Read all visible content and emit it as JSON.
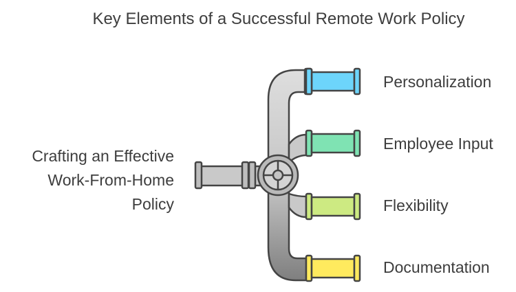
{
  "title": "Key Elements of a Successful Remote Work Policy",
  "source": {
    "lines": [
      "Crafting an Effective",
      "Work-From-Home",
      "Policy"
    ]
  },
  "outputs": [
    {
      "label": "Personalization",
      "color": "#6dd5fb"
    },
    {
      "label": "Employee Input",
      "color": "#7fe3b3"
    },
    {
      "label": "Flexibility",
      "color": "#cdea82"
    },
    {
      "label": "Documentation",
      "color": "#ffea5e"
    }
  ],
  "colors": {
    "pipe_light": "#d6d6d6",
    "pipe_dark": "#8a8a8a",
    "outline": "#444444"
  }
}
